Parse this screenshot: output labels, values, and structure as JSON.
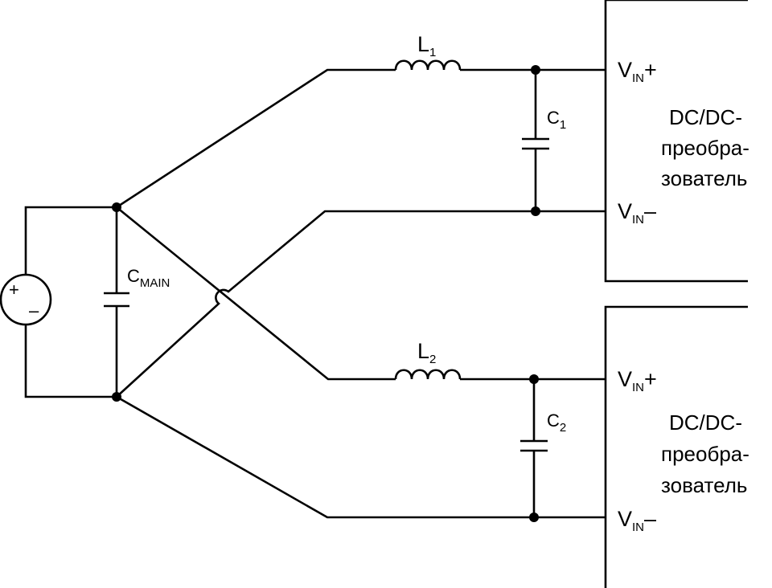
{
  "components": {
    "l1": {
      "letter": "L",
      "sub": "1"
    },
    "l2": {
      "letter": "L",
      "sub": "2"
    },
    "c1": {
      "letter": "C",
      "sub": "1"
    },
    "c2": {
      "letter": "C",
      "sub": "2"
    },
    "cmain": {
      "letter": "C",
      "sub": "MAIN"
    }
  },
  "source": {
    "plus": "+",
    "minus": "–"
  },
  "converters": [
    {
      "line1": "DC/DC-",
      "line2": "преобра-",
      "line3": "зователь",
      "vin_plus": {
        "letter": "V",
        "sub": "IN",
        "sign": "+"
      },
      "vin_minus": {
        "letter": "V",
        "sub": "IN",
        "sign": "–"
      }
    },
    {
      "line1": "DC/DC-",
      "line2": "преобра-",
      "line3": "зователь",
      "vin_plus": {
        "letter": "V",
        "sub": "IN",
        "sign": "+"
      },
      "vin_minus": {
        "letter": "V",
        "sub": "IN",
        "sign": "–"
      }
    }
  ]
}
